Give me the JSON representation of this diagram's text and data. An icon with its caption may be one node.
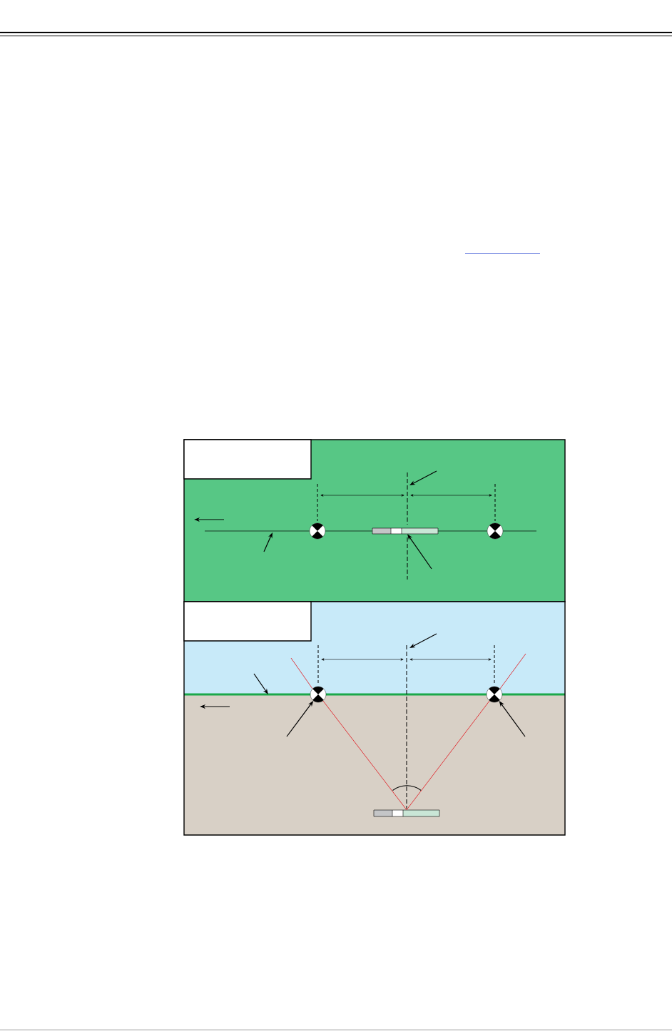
{
  "diagram": {
    "nodes": [
      {
        "text": [],
        "shape": "box"
      },
      {
        "text": [],
        "shape": "box",
        "in": 0
      },
      {
        "text": [],
        "shape": "circle",
        "in": 0
      },
      {
        "text": [],
        "shape": "circle",
        "in": 0
      },
      {
        "text": [],
        "shape": "bar",
        "in": 0
      },
      {
        "text": [],
        "shape": "box"
      },
      {
        "text": [],
        "shape": "box",
        "in": 5
      },
      {
        "text": [],
        "shape": "circle",
        "in": 5
      },
      {
        "text": [],
        "shape": "circle",
        "in": 5
      },
      {
        "text": [],
        "shape": "bar",
        "in": 5
      }
    ],
    "edges": [
      {
        "from": null,
        "to": 4,
        "arrow": "to"
      },
      {
        "from": null,
        "to": 7,
        "arrow": "to"
      },
      {
        "from": null,
        "to": 8,
        "arrow": "to"
      },
      {
        "from": 9,
        "to": 7,
        "arrow": "none",
        "color": "#e0282e"
      },
      {
        "from": 9,
        "to": 8,
        "arrow": "none",
        "color": "#e0282e"
      },
      {
        "from": 2,
        "to": 4,
        "arrow": "none"
      },
      {
        "from": 4,
        "to": 3,
        "arrow": "none"
      }
    ]
  }
}
